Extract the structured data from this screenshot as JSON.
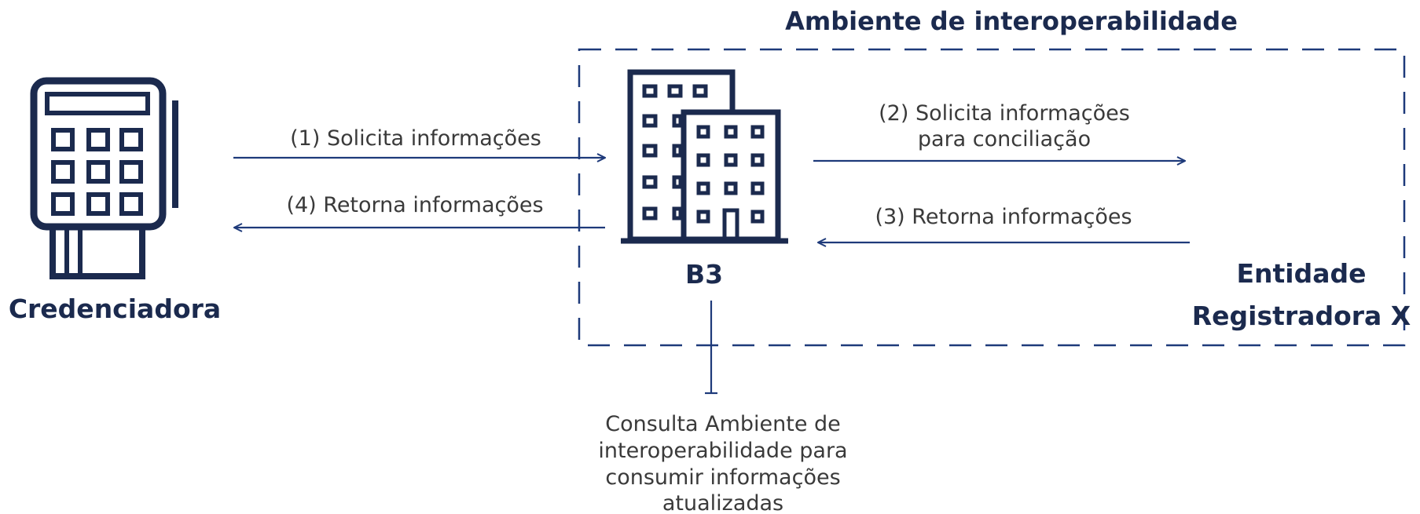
{
  "colors": {
    "dark": "#1b2a4e",
    "line": "#1e3a7a",
    "text": "#3a3a3a"
  },
  "zone": {
    "title": "Ambiente de interoperabilidade"
  },
  "nodes": {
    "credenciadora": {
      "label": "Credenciadora",
      "icon": "card-terminal-icon"
    },
    "b3": {
      "label": "B3",
      "icon": "buildings-icon"
    },
    "registradora": {
      "label_line1": "Entidade",
      "label_line2": "Registradora X"
    }
  },
  "edges": {
    "e1": {
      "label": "(1) Solicita informações"
    },
    "e2": {
      "label_line1": "(2) Solicita informações",
      "label_line2": "para conciliação"
    },
    "e3": {
      "label": "(3) Retorna informações"
    },
    "e4": {
      "label": "(4) Retorna informações"
    }
  },
  "note": {
    "lines": [
      "Consulta Ambiente de",
      "interoperabilidade para",
      "consumir informações",
      "atualizadas"
    ]
  }
}
